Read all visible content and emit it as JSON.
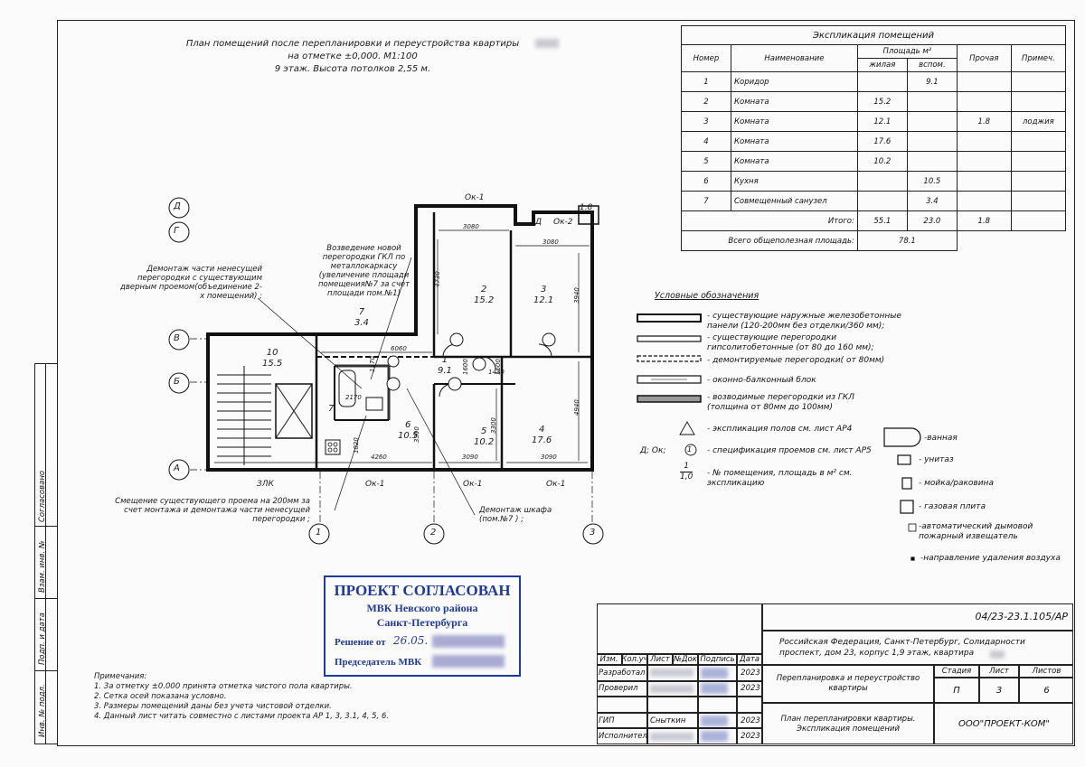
{
  "plan": {
    "title": "План помещений после перепланировки и переустройства квартиры",
    "level": "на отметке ±0,000. М1:100",
    "height": "9 этаж. Высота потолков 2,55 м."
  },
  "explication": {
    "title": "Экспликация помещений",
    "headers": {
      "number": "Номер",
      "name": "Наименование",
      "area": "Площадь м²",
      "living": "жилая",
      "aux": "вспом.",
      "other": "Прочая",
      "note": "Примеч."
    },
    "rows": [
      {
        "n": "1",
        "name": "Коридор",
        "living": "",
        "aux": "9.1",
        "other": "",
        "note": ""
      },
      {
        "n": "2",
        "name": "Комната",
        "living": "15.2",
        "aux": "",
        "other": "",
        "note": ""
      },
      {
        "n": "3",
        "name": "Комната",
        "living": "12.1",
        "aux": "",
        "other": "1.8",
        "note": "лоджия"
      },
      {
        "n": "4",
        "name": "Комната",
        "living": "17.6",
        "aux": "",
        "other": "",
        "note": ""
      },
      {
        "n": "5",
        "name": "Комната",
        "living": "10.2",
        "aux": "",
        "other": "",
        "note": ""
      },
      {
        "n": "6",
        "name": "Кухня",
        "living": "",
        "aux": "10.5",
        "other": "",
        "note": ""
      },
      {
        "n": "7",
        "name": "Совмещенный санузел",
        "living": "",
        "aux": "3.4",
        "other": "",
        "note": ""
      }
    ],
    "total_label": "Итого:",
    "total_living": "55.1",
    "total_aux": "23.0",
    "total_other": "1.8",
    "grand_label": "Всего общеполезная площадь:",
    "grand_value": "78.1"
  },
  "legend": {
    "title": "Условные обозначения",
    "items": [
      "- существующие наружные железобетонные панели (120-200мм без отделки/360 мм);",
      "- существующие перегородки гипсолитобетонные (от 80 до 160 мм);",
      "- демонтируемые перегородки( от 80мм)",
      "- оконно-балконный блок",
      "- возводимые перегородки из ГКЛ (толщина от 80мм до 100мм)",
      "- экспликация полов см. лист АР4",
      "- спецификация проемов см. лист АР5",
      "- № помещения, площадь в м² см. экспликацию"
    ],
    "symbol_d": "Д; Ок;",
    "symbol_num": "1",
    "symbol_area": "1,0",
    "right_items": [
      "-ванная",
      "- унитаз",
      "- мойка/раковина",
      "- газовая плита",
      "-автоматический дымовой пожарный извещатель",
      "-направление удаления воздуха"
    ]
  },
  "annotations": {
    "a1": "Возведение новой перегородки ГКЛ по металлокаркасу (увеличение площади помещения№7 за счет площади пом.№1)",
    "a2": "Демонтаж части ненесущей перегородки с существующим дверным проемом(объединение 2-х помещений) ;",
    "a3": "Смещение существующего проема на 200мм за счет монтажа и демонтажа части ненесущей перегородки ;",
    "a4": "Демонтаж шкафа (пом.№7 ) ;"
  },
  "rooms": [
    {
      "n": "10",
      "a": "15.5"
    },
    {
      "n": "7",
      "a": "3.4"
    },
    {
      "n": "1",
      "a": "9.1"
    },
    {
      "n": "2",
      "a": "15.2"
    },
    {
      "n": "3",
      "a": "12.1"
    },
    {
      "n": "4",
      "a": "17.6"
    },
    {
      "n": "5",
      "a": "10.2"
    },
    {
      "n": "6",
      "a": "10.5"
    },
    {
      "n": "7",
      "a": ""
    }
  ],
  "axes": {
    "letters": [
      "Д",
      "Г",
      "В",
      "Б",
      "А"
    ],
    "numbers": [
      "1",
      "2",
      "3"
    ]
  },
  "dims": {
    "d3080a": "3080",
    "d3080b": "3080",
    "d6060": "6060",
    "d4730": "4730",
    "d3940": "3940",
    "d2170": "2170",
    "d1170": "1170",
    "d1430": "1430",
    "d1600a": "1600",
    "d1600b": "1600",
    "d3300a": "3300",
    "d3300b": "3300",
    "d4940": "4940",
    "d1820": "1820",
    "d4260": "4260",
    "d3090a": "3090",
    "d3090b": "3090",
    "d1_8": "1.8"
  },
  "window_labels": {
    "ok_top": "Ок-1",
    "ok2": "Ок-2",
    "d": "Д",
    "zlk": "ЗЛК",
    "ok_b1": "Ок-1",
    "ok_b2": "Ок-1",
    "ok_b3": "Ок-1"
  },
  "notes": {
    "title": "Примечания:",
    "items": [
      "1. За отметку ±0.000 принята отметка чистого пола квартиры.",
      "2. Сетка осей показана условно.",
      "3. Размеры помещений даны без учета чистовой отделки.",
      "4. Данный лист читать совместно с листами проекта АР 1, 3, 3.1, 4, 5, 6."
    ]
  },
  "stamp": {
    "line1": "ПРОЕКТ СОГЛАСОВАН",
    "line2": "МВК Невского района",
    "line3": "Санкт-Петербурга",
    "line4": "Решение от",
    "line4_hand": "26.05.",
    "line5": "Председатель МВК"
  },
  "titleblock": {
    "code": "04/23-23.1.105/АР",
    "address": "Российская Федерация, Санкт-Петербург, Солидарности проспект, дом 23, корпус 1,9 этаж, квартира",
    "hdr": [
      "Изм.",
      "Кол.уч",
      "Лист",
      "№Док",
      "Подпись",
      "Дата"
    ],
    "roles": [
      {
        "role": "Разработал",
        "date": "2023"
      },
      {
        "role": "Проверил",
        "date": "2023"
      },
      {
        "role": "",
        "date": ""
      },
      {
        "role": "ГИП",
        "name": "Сныткин",
        "date": "2023"
      },
      {
        "role": "Исполнитель",
        "date": "2023"
      }
    ],
    "project": "Перепланировка и переустройство квартиры",
    "stage_h": "Стадия",
    "sheet_h": "Лист",
    "sheets_h": "Листов",
    "stage": "П",
    "sheet": "3",
    "sheets": "6",
    "sheet_title": "План перепланировки квартиры. Экспликация помещений",
    "org": "ООО\"ПРОЕКТ-КОМ\""
  },
  "sidebar": {
    "agreed": "Согласовано",
    "inv_zam": "Взам. инв. №",
    "sign_date": "Подп. и дата",
    "inv_orig": "Инв. № подл."
  }
}
